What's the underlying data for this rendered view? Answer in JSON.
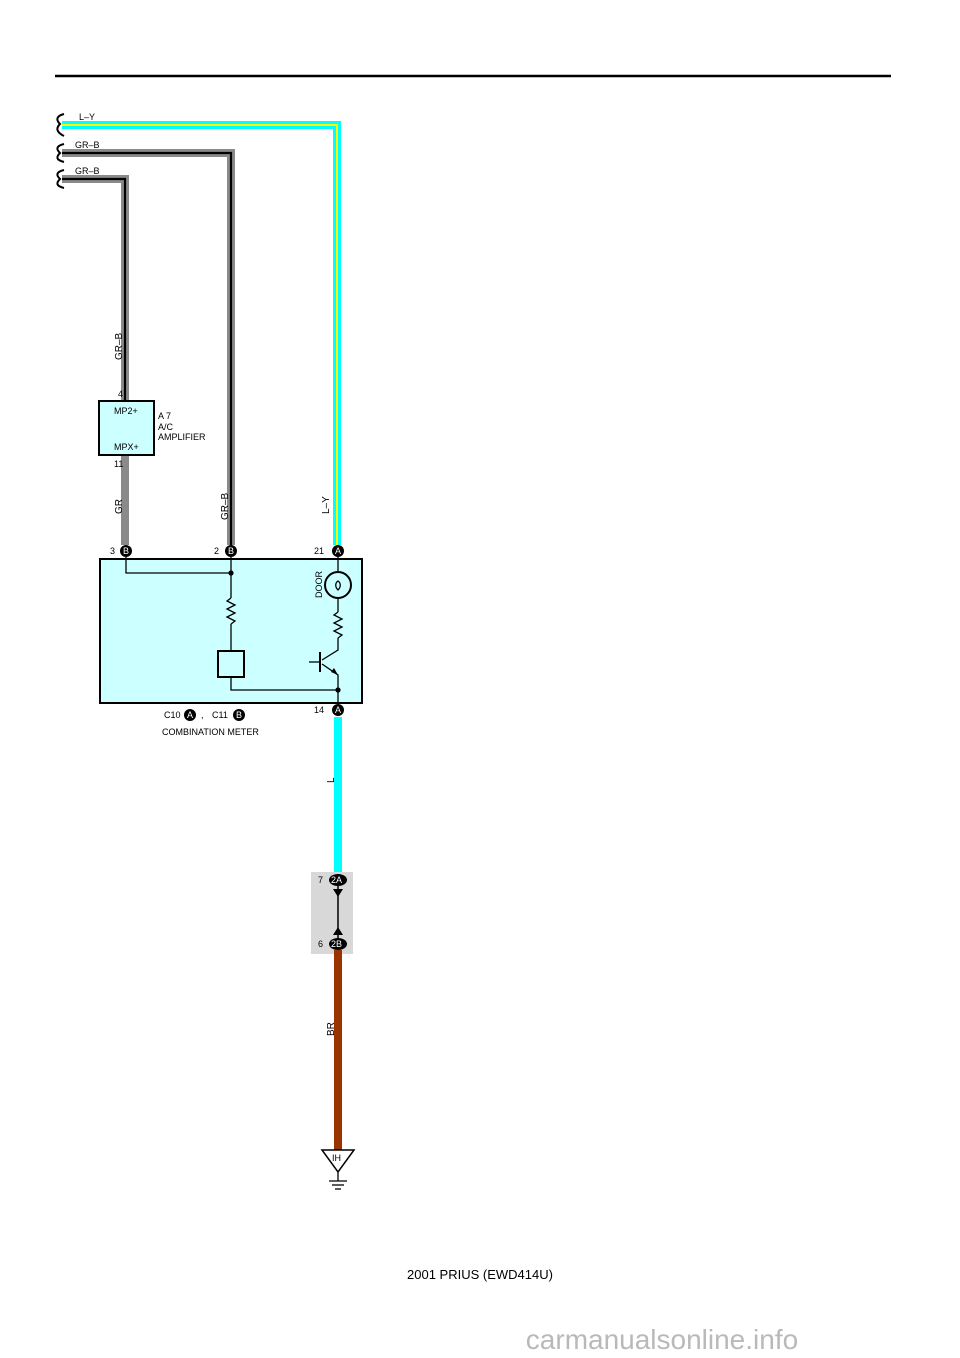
{
  "wires": {
    "top_ly": "L–Y",
    "top_grb_1": "GR–B",
    "top_grb_2": "GR–B",
    "amp_in": "GR–B",
    "amp_out": "GR",
    "mid_grb": "GR–B",
    "mid_ly": "L–Y",
    "lower_l": "L",
    "ground_br": "BR"
  },
  "amplifier": {
    "pin_top": "4",
    "pin_bottom": "11",
    "terminal_top": "MP2+",
    "terminal_bottom": "MPX+",
    "ref": "A 7",
    "name_line1": "A/C",
    "name_line2": "AMPLIFIER"
  },
  "meter": {
    "pin_left_num": "3",
    "pin_left_conn": "B",
    "pin_mid_num": "2",
    "pin_mid_conn": "B",
    "pin_right_num": "21",
    "pin_right_conn": "A",
    "pin_bottom_num": "14",
    "pin_bottom_conn": "A",
    "door_label": "DOOR",
    "conn1": "C10",
    "conn1_letter": "A",
    "separator": ",",
    "conn2": "C11",
    "conn2_letter": "B",
    "name": "COMBINATION METER"
  },
  "junction": {
    "top_pin": "7",
    "top_conn": "2A",
    "bottom_pin": "6",
    "bottom_conn": "2B"
  },
  "ground": {
    "label": "IH"
  },
  "footer": "2001 PRIUS (EWD414U)",
  "watermark": "carmanualsonline.info",
  "colors": {
    "wire_gr": "#8a8a8a",
    "wire_black": "#000000",
    "wire_light_blue": "#00ffff",
    "wire_yellow": "#ffff00",
    "wire_brown": "#993300",
    "component_fill": "#ccffff",
    "junction_fill": "#d8d8d8"
  }
}
